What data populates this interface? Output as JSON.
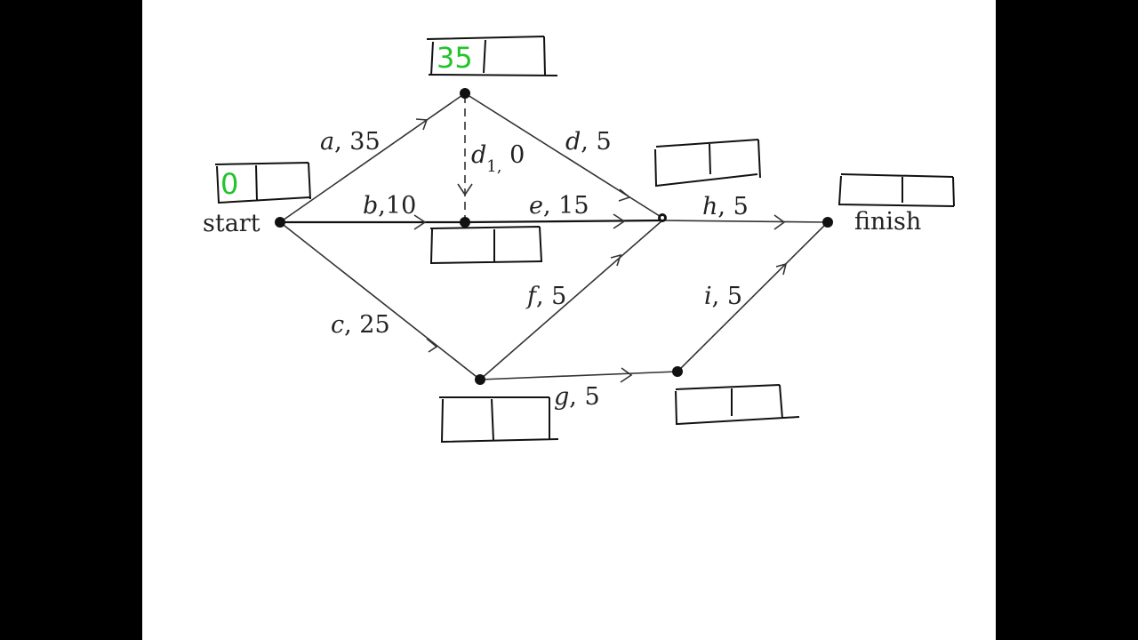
{
  "nodes": {
    "start": "start",
    "finish": "finish"
  },
  "edges": [
    {
      "id": "a",
      "name": "a",
      "duration": "35"
    },
    {
      "id": "b",
      "name": "b",
      "duration": "10"
    },
    {
      "id": "c",
      "name": "c",
      "duration": "25"
    },
    {
      "id": "d",
      "name": "d",
      "duration": "5"
    },
    {
      "id": "d1",
      "name": "d",
      "subscript": "1,",
      "duration": "0"
    },
    {
      "id": "e",
      "name": "e",
      "duration": "15"
    },
    {
      "id": "f",
      "name": "f",
      "duration": "5"
    },
    {
      "id": "g",
      "name": "g",
      "duration": "5"
    },
    {
      "id": "h",
      "name": "h",
      "duration": "5"
    },
    {
      "id": "i",
      "name": "i",
      "duration": "5"
    }
  ],
  "handwritten": {
    "start_box_value": "0",
    "top_box_value": "35"
  },
  "colors": {
    "handwriting": "#22c42a",
    "ink": "#111111",
    "background": "#ffffff",
    "side_bars": "#000000"
  }
}
